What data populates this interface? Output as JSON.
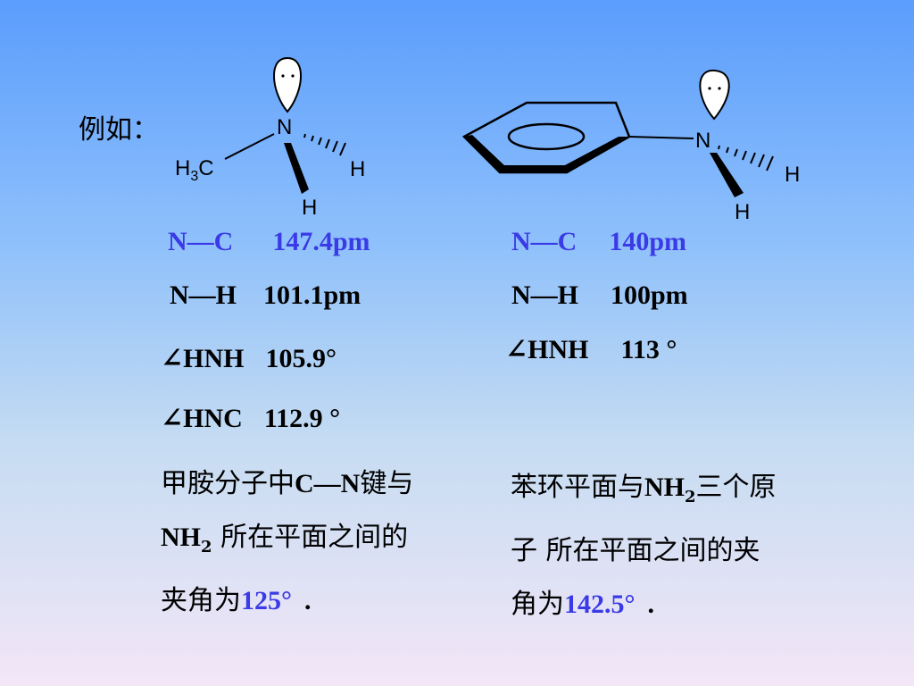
{
  "intro": "例如：",
  "methylamine": {
    "labels": {
      "n": "N",
      "h1": "H",
      "h2": "H",
      "ch3_main": "H",
      "ch3_sub": "3",
      "ch3_tail": "C"
    },
    "nc": {
      "label": "N—C",
      "value": "147.4pm"
    },
    "nh": {
      "label": "N—H",
      "value": "101.1pm"
    },
    "hnh": {
      "label": "∠HNH",
      "value": "105.9°"
    },
    "hnc": {
      "label": "∠HNC",
      "value": "112.9 °"
    },
    "caption": {
      "l1_a": "甲胺分子中",
      "l1_b": "C—N",
      "l1_c": "键与",
      "l2_a": "NH",
      "l2_sub": "2",
      "l2_b": " 所在平面之间的",
      "l3_a": "夹角为",
      "l3_val": "125°",
      "l3_end": "."
    }
  },
  "aniline": {
    "labels": {
      "n": "N",
      "h1": "H",
      "h2": "H"
    },
    "nc": {
      "label": "N—C",
      "value": "140pm"
    },
    "nh": {
      "label": "N—H",
      "value": "100pm"
    },
    "hnh": {
      "label": "∠HNH",
      "value": "113 °"
    },
    "caption": {
      "l1_a": "苯环平面与",
      "l1_b": "NH",
      "l1_sub": "2",
      "l1_c": "三个原",
      "l2": "子 所在平面之间的夹",
      "l3_a": "角为",
      "l3_val": "142.5°",
      "l3_end": "."
    }
  },
  "colors": {
    "highlight": "#3a3ae6"
  }
}
